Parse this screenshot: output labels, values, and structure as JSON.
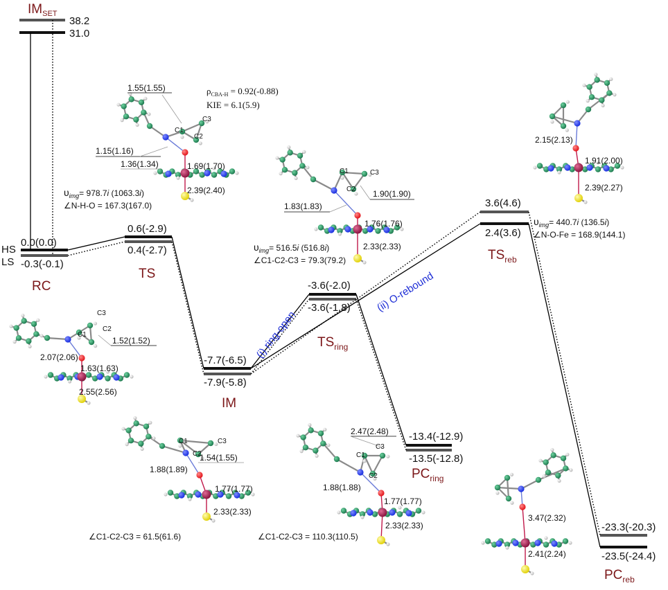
{
  "colors": {
    "species_label": "#7b1618",
    "pathway_label": "#1f2fd6",
    "level_bar": "#111111",
    "connector": "#000000",
    "carbon": "#1d7a4f",
    "nitrogen": "#1a2fe0",
    "oxygen": "#e3151b",
    "iron": "#9b1a4a",
    "sulfur": "#f2e40c",
    "hydrogen": "#d0d0d0"
  },
  "species": {
    "im_set": {
      "main": "IM",
      "sub": "SET"
    },
    "rc": "RC",
    "ts": "TS",
    "im": "IM",
    "ts_ring": {
      "main": "TS",
      "sub": "ring"
    },
    "ts_reb": {
      "main": "TS",
      "sub": "reb"
    },
    "pc_ring": {
      "main": "PC",
      "sub": "ring"
    },
    "pc_reb": {
      "main": "PC",
      "sub": "reb"
    }
  },
  "spin_labels": {
    "hs": "HS",
    "ls": "LS"
  },
  "energies": {
    "im_set_high": "38.2",
    "im_set_low": "31.0",
    "rc_hs": "0.0(0.0)",
    "rc_ls": "-0.3(-0.1)",
    "ts_hs": "0.6(-2.9)",
    "ts_ls": "0.4(-2.7)",
    "im_hs": "-7.7(-6.5)",
    "im_ls": "-7.9(-5.8)",
    "ts_ring_hs": "-3.6(-2.0)",
    "ts_ring_ls": "-3.6(-1.8)",
    "ts_reb_hs": "3.6(4.6)",
    "ts_reb_ls": "2.4(3.6)",
    "pc_ring_hs": "-13.4(-12.9)",
    "pc_ring_ls": "-13.5(-12.8)",
    "pc_reb_hs": "-23.3(-20.3)",
    "pc_reb_ls": "-23.5(-24.4)"
  },
  "pathways": {
    "ring_open": "(i) ring-open",
    "o_rebound": "(ii) O-rebound"
  },
  "structures": {
    "ts": {
      "rho_main": "ρ",
      "rho_sub": "CBA-H",
      "rho_value": " = 0.92(-0.88)",
      "kie": "KIE = 6.1(5.9)",
      "dist1": "1.55(1.55)",
      "dist2": "1.15(1.16)",
      "dist3": "1.36(1.34)",
      "dist4": "1.69(1.70)",
      "dist5": "2.39(2.40)",
      "c1": "C1",
      "c2": "C2",
      "c3": "C3",
      "vimg_symbol": "υ",
      "vimg_sub": "img",
      "vimg_eq": "= 978.7",
      "vimg_i": "i",
      "vimg_paren": " (1063.3",
      "vimg_i2": "i",
      "vimg_close": ")",
      "angle": "∠N-H-O = 167.3(167.0)"
    },
    "ts_ring": {
      "c1": "C1",
      "c2": "C2",
      "c3": "C3",
      "dist1": "1.90(1.90)",
      "dist2": "1.83(1.83)",
      "dist3": "1.76(1.76)",
      "dist4": "2.33(2.33)",
      "vimg_symbol": "υ",
      "vimg_sub": "img",
      "vimg_eq": "= 516.5",
      "vimg_i": "i",
      "vimg_paren": " (516.8",
      "vimg_i2": "i",
      "vimg_close": ")",
      "angle": "∠C1-C2-C3 = 79.3(79.2)"
    },
    "ts_reb": {
      "dist1": "2.15(2.13)",
      "dist2": "1.91(2.00)",
      "dist3": "2.39(2.27)",
      "vimg_symbol": "υ",
      "vimg_sub": "img",
      "vimg_eq": "= 440.7",
      "vimg_i": "i",
      "vimg_paren": " (136.5",
      "vimg_i2": "i",
      "vimg_close": ")",
      "angle": "∠N-O-Fe = 168.9(144.1)"
    },
    "rc": {
      "c1": "C1",
      "c2": "C2",
      "c3": "C3",
      "dist1": "1.52(1.52)",
      "dist2": "2.07(2.06)",
      "dist3": "1.63(1.63)",
      "dist4": "2.55(2.56)"
    },
    "im": {
      "c1": "C1",
      "c2": "C2",
      "c3": "C3",
      "dist1": "1.54(1.55)",
      "dist2": "1.88(1.89)",
      "dist3": "1.77(1.77)",
      "dist4": "2.33(2.33)",
      "angle": "∠C1-C2-C3 = 61.5(61.6)"
    },
    "pc_ring": {
      "c1": "C1",
      "c2": "C2",
      "c3": "C3",
      "dist1": "2.47(2.48)",
      "dist2": "1.88(1.88)",
      "dist3": "1.77(1.77)",
      "dist4": "2.33(2.33)",
      "angle": "∠C1-C2-C3 = 110.3(110.5)"
    },
    "pc_reb": {
      "dist1": "3.47(2.32)",
      "dist2": "2.41(2.24)"
    }
  }
}
